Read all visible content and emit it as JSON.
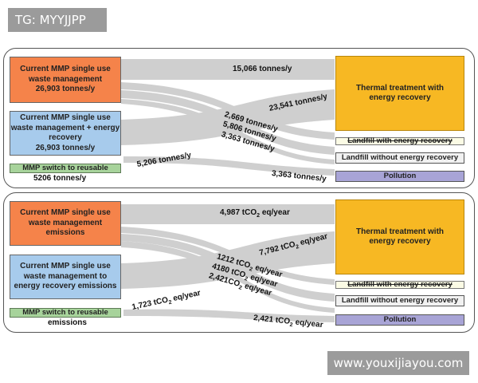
{
  "corner_tag": "TG: MYYJJPP",
  "watermark": "www.youxijiayou.com",
  "panel1": {
    "sources": {
      "single_use": [
        "Current MMP single use",
        "waste management",
        "26,903 tonnes/y"
      ],
      "single_use_er": [
        "Current MMP single use",
        "waste management + energy",
        "recovery",
        "26,903 tonnes/y"
      ],
      "reusable": "MMP switch to reusable",
      "reusable_amount": "5206 tonnes/y"
    },
    "targets": {
      "thermal": [
        "Thermal treatment with",
        "energy recovery"
      ],
      "landfill_er": "Landfill with energy recovery",
      "landfill_no_er": "Landfill without energy recovery",
      "pollution": "Pollution"
    },
    "flow_labels": {
      "f1": "15,066 tonnes/y",
      "f2": "23,541 tonnes/y",
      "f3": "2,669 tonnes/y",
      "f4": "5,806 tonnes/y",
      "f5": "3,363 tonnes/y",
      "f6": "5,206 tonnes/y",
      "f7": "3,363 tonnes/y"
    }
  },
  "panel2": {
    "sources": {
      "single_use": [
        "Current MMP single use",
        "waste management",
        "emissions"
      ],
      "single_use_er": [
        "Current MMP single use",
        "waste management to",
        "energy recovery emissions"
      ],
      "reusable": "MMP switch to reusable",
      "reusable_sub": "emissions"
    },
    "targets": {
      "thermal": [
        "Thermal treatment with",
        "energy recovery"
      ],
      "landfill_er": "Landfill with energy recovery",
      "landfill_no_er": "Landfill without energy recovery",
      "pollution": "Pollution"
    },
    "flow_labels": {
      "f1_value": "4,987 tCO",
      "f1_unit": " eq/year",
      "f2_value": "7,792 tCO",
      "f2_unit": " eq/year",
      "f3_value": "1212 tCO",
      "f3_unit": " eq/year",
      "f4_value": "4180 tCO",
      "f4_unit": " eq/year",
      "f5_value": "2,421CO",
      "f5_unit": " eq/year",
      "f6_value": "1,723 tCO",
      "f6_unit": " eq/year",
      "f7_value": "2,421 tCO",
      "f7_unit": " eq/year",
      "subscript": "2"
    }
  },
  "colors": {
    "flow": "#c9c9c9",
    "orange": "#f5834a",
    "blue": "#a7cbec",
    "green": "#a7d39b",
    "yellow": "#f7b823",
    "purple": "#a8a4d6"
  }
}
